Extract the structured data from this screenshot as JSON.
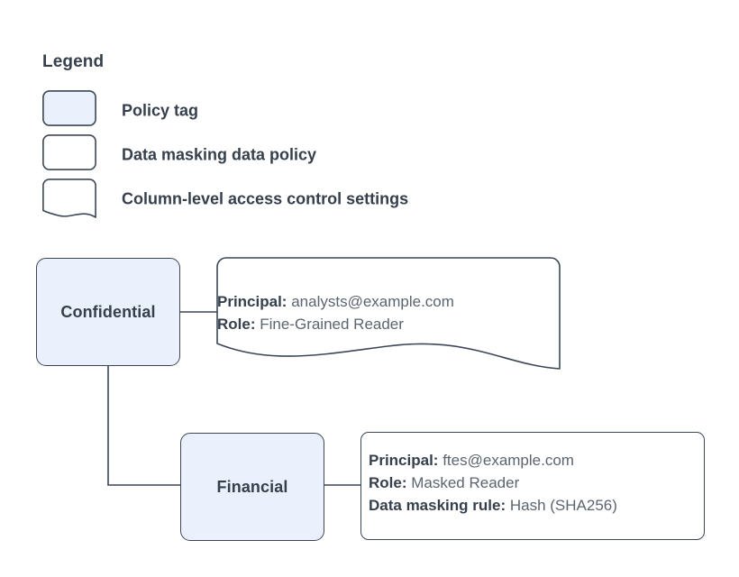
{
  "legend": {
    "title": "Legend",
    "items": [
      {
        "shape": "policy-tag-swatch",
        "label": "Policy tag"
      },
      {
        "shape": "data-masking-swatch",
        "label": "Data masking data policy"
      },
      {
        "shape": "column-access-swatch",
        "label": "Column-level access control settings"
      }
    ]
  },
  "colors": {
    "tag_fill": "#eaf1fd",
    "stroke": "#3b4756",
    "text_strong": "#36404d",
    "text_value": "#5b6570",
    "background": "#ffffff"
  },
  "diagram": {
    "nodes": [
      {
        "id": "confidential",
        "label": "Confidential",
        "type": "policy-tag"
      },
      {
        "id": "financial",
        "label": "Financial",
        "type": "policy-tag"
      }
    ],
    "callouts": [
      {
        "id": "confidential-access-settings",
        "type": "column-level-access-control-settings",
        "attached_to": "Confidential",
        "rows": [
          {
            "key": "Principal:",
            "value": "analysts@example.com"
          },
          {
            "key": "Role:",
            "value": "Fine-Grained Reader"
          }
        ]
      },
      {
        "id": "financial-masking-policy",
        "type": "data-masking-data-policy",
        "attached_to": "Financial",
        "rows": [
          {
            "key": "Principal:",
            "value": "ftes@example.com"
          },
          {
            "key": "Role:",
            "value": "Masked Reader"
          },
          {
            "key": "Data masking rule:",
            "value": "Hash (SHA256)"
          }
        ]
      }
    ],
    "connectors": [
      {
        "from": "Confidential",
        "to": "confidential-access-settings",
        "style": "straight"
      },
      {
        "from": "Confidential",
        "to": "Financial",
        "style": "elbow"
      },
      {
        "from": "Financial",
        "to": "financial-masking-policy",
        "style": "straight"
      }
    ]
  }
}
